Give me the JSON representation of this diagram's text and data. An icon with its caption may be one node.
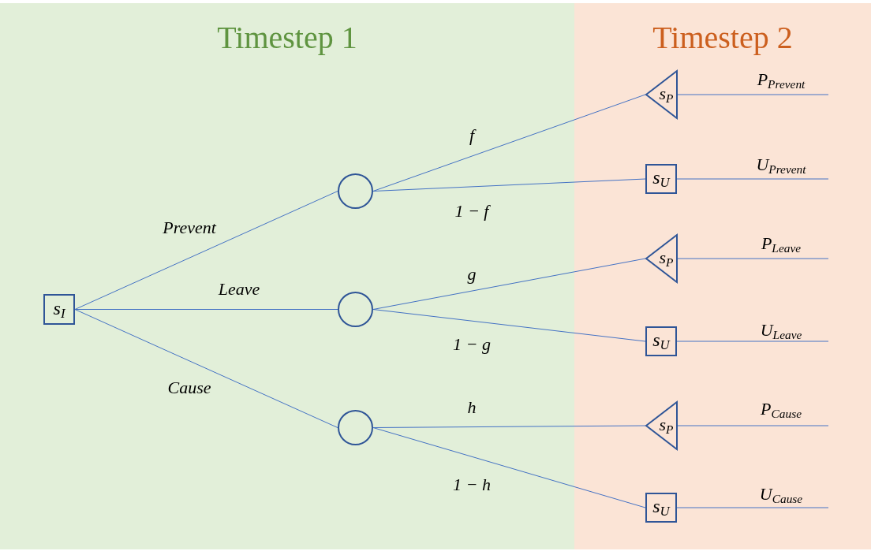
{
  "diagram": {
    "nodes": [
      {
        "text": [
          "Timestep 1"
        ]
      },
      {
        "text": [
          "Timestep 2"
        ]
      },
      {
        "text": [
          "s$_{I}$"
        ],
        "in": 0
      },
      {
        "text": [],
        "shape": "circle",
        "in": 0
      },
      {
        "text": [],
        "shape": "circle",
        "in": 0
      },
      {
        "text": [],
        "shape": "circle",
        "in": 0
      },
      {
        "text": [
          "s$_{P}$"
        ],
        "in": 1
      },
      {
        "text": [
          "s$_{U}$"
        ],
        "in": 1
      },
      {
        "text": [
          "s$_{P}$"
        ],
        "in": 1
      },
      {
        "text": [
          "s$_{U}$"
        ],
        "in": 1
      },
      {
        "text": [
          "s$_{P}$"
        ],
        "in": 1
      },
      {
        "text": [
          "s$_{U}$"
        ],
        "in": 1
      }
    ],
    "edges": [
      {
        "from": 2,
        "to": 3,
        "arrow": "none",
        "label": "Prevent"
      },
      {
        "from": 2,
        "to": 4,
        "arrow": "none",
        "label": "Leave"
      },
      {
        "from": 2,
        "to": 5,
        "arrow": "none",
        "label": "Cause"
      },
      {
        "from": 3,
        "to": 6,
        "arrow": "none",
        "label": "f"
      },
      {
        "from": 3,
        "to": 7,
        "arrow": "none",
        "label": "1 − f"
      },
      {
        "from": 4,
        "to": 8,
        "arrow": "none",
        "label": "g"
      },
      {
        "from": 4,
        "to": 9,
        "arrow": "none",
        "label": "1 − g"
      },
      {
        "from": 5,
        "to": 10,
        "arrow": "none",
        "label": "h"
      },
      {
        "from": 5,
        "to": 11,
        "arrow": "none",
        "label": "1 − h"
      },
      {
        "from": 6,
        "to": null,
        "arrow": "none",
        "label": "P$_{Prevent}$"
      },
      {
        "from": 7,
        "to": null,
        "arrow": "none",
        "label": "U$_{Prevent}$"
      },
      {
        "from": 8,
        "to": null,
        "arrow": "none",
        "label": "P$_{Leave}$"
      },
      {
        "from": 9,
        "to": null,
        "arrow": "none",
        "label": "U$_{Leave}$"
      },
      {
        "from": 10,
        "to": null,
        "arrow": "none",
        "label": "P$_{Cause}$"
      },
      {
        "from": 11,
        "to": null,
        "arrow": "none",
        "label": "U$_{Cause}$"
      }
    ]
  }
}
